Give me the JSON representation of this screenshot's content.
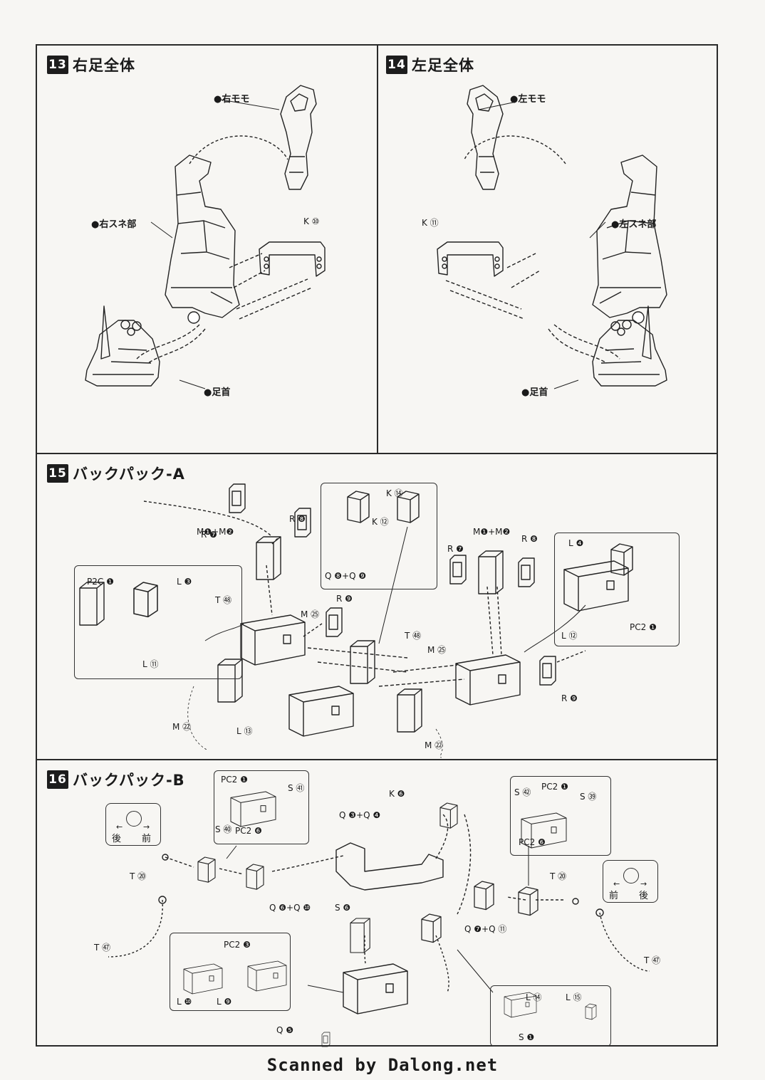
{
  "steps": {
    "s13": {
      "num": "13",
      "title": "右足全体",
      "labels": {
        "thigh": "●右モモ",
        "shin": "●右スネ部",
        "ankle": "●足首",
        "part": "K ⑩"
      }
    },
    "s14": {
      "num": "14",
      "title": "左足全体",
      "labels": {
        "thigh": "●左モモ",
        "shin": "●左スネ部",
        "ankle": "●足首",
        "part": "K ⑪"
      }
    },
    "s15": {
      "num": "15",
      "title": "バックパック-A",
      "labels": {
        "m12a": "M❶+M❷",
        "r7a": "R ❼",
        "r8a": "R ❽",
        "t48a": "T ㊽",
        "m25a": "M ㉕",
        "r9a": "R ❾",
        "p2c": "P2C ❶",
        "l3": "L ❸",
        "l11": "L ⑪",
        "m22a": "M ㉒",
        "l13": "L ⑬",
        "k14": "K ⑭",
        "k12": "K ⑫",
        "q89": "Q ❽+Q ❾",
        "m12b": "M❶+M❷",
        "r7b": "R ❼",
        "r8b": "R ❽",
        "t48b": "T ㊽",
        "m25b": "M ㉕",
        "r9b": "R ❾",
        "l4": "L ❹",
        "l12": "L ⑫",
        "pc2j": "PC2 ❶",
        "m22b": "M ㉒"
      }
    },
    "s16": {
      "num": "16",
      "title": "バックパック-B",
      "labels": {
        "pc2l_a": "PC2 ❶",
        "s41": "S ㊶",
        "s40": "S ㊵",
        "pc2f_a": "PC2 ❻",
        "k6": "K ❻",
        "q34": "Q ❸+Q ❹",
        "t20a": "T ⑳",
        "q610": "Q ❻+Q ❿",
        "s6": "S ❻",
        "t47a": "T ㊼",
        "pc2b": "PC2 ❸",
        "l10": "L ❿",
        "l9": "L ❾",
        "q5": "Q ❺",
        "s42": "S ㊷",
        "pc2l_b": "PC2 ❶",
        "s39": "S ㊴",
        "pc2f_b": "PC2 ❻",
        "t20b": "T ⑳",
        "q711": "Q ❼+Q ⑪",
        "t47b": "T ㊼",
        "l14": "L ⑭",
        "l15": "L ⑮",
        "s1": "S ❶"
      },
      "dir_left": {
        "a": "後",
        "b": "前"
      },
      "dir_right": {
        "a": "前",
        "b": "後"
      }
    }
  },
  "footer": "Scanned by Dalong.net"
}
